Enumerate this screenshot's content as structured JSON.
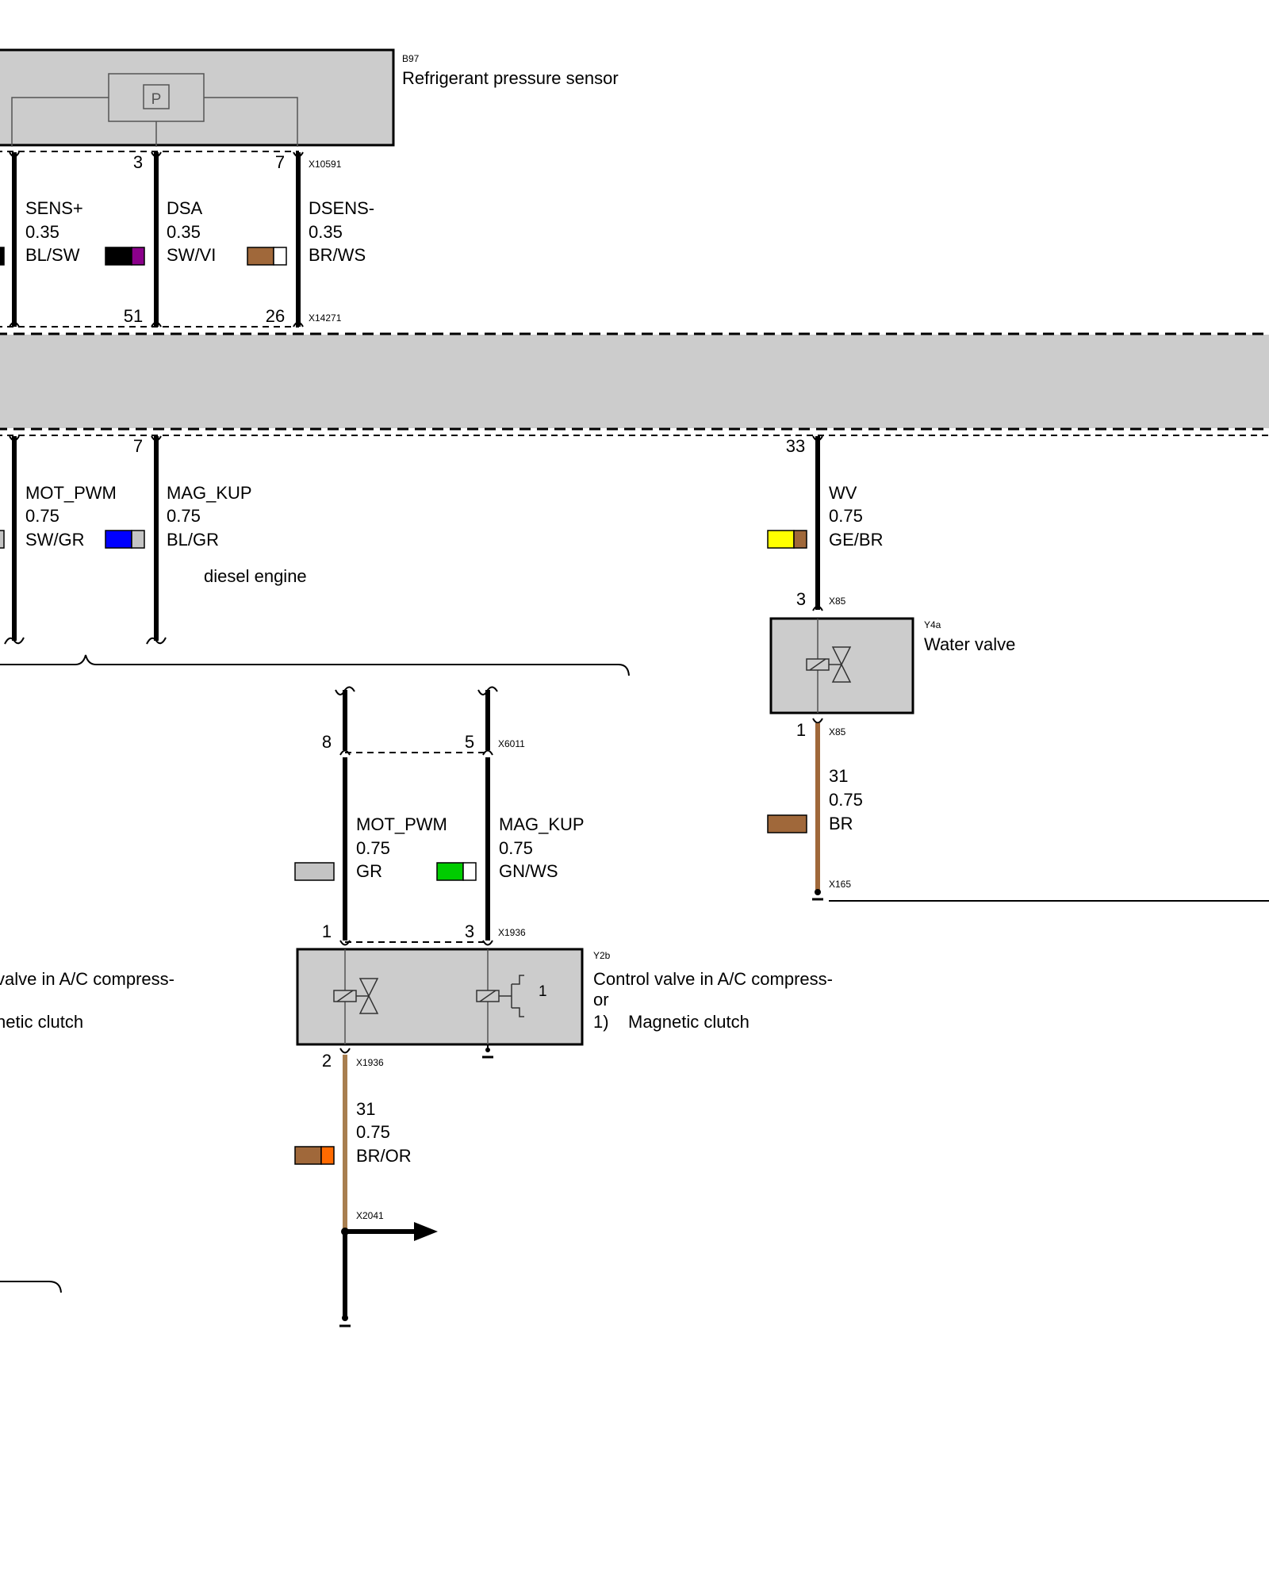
{
  "colors": {
    "box_fill": "#cccccc",
    "wire": "#000000",
    "brown": "#a0683a",
    "brown_light": "#a87e4f",
    "black": "#000000",
    "violet": "#8b008b",
    "white": "#ffffff",
    "blue": "#0000ff",
    "grey": "#c4c4c4",
    "green": "#00cc00",
    "yellow": "#ffff00",
    "orange": "#ff6a00"
  },
  "components": {
    "b97": {
      "code": "B97",
      "name": "Refrigerant pressure sensor",
      "symbol": "P"
    },
    "y4a": {
      "code": "Y4a",
      "name": "Water valve"
    },
    "y2b": {
      "code": "Y2b",
      "name_line1": "Control valve in A/C compress-",
      "name_line2": "or",
      "note_num": "1)",
      "note_text": "Magnetic clutch",
      "symbol_note": "1"
    },
    "left_partial": {
      "line1": "valve in A/C compress-",
      "line2": "netic clutch"
    }
  },
  "connectors": {
    "x10591": "X10591",
    "x14271": "X14271",
    "x85_top": "X85",
    "x85_bottom": "X85",
    "x165": "X165",
    "x6011": "X6011",
    "x1936_top": "X1936",
    "x1936_bottom": "X1936",
    "x2041": "X2041"
  },
  "pins": {
    "b97_dsa": "3",
    "b97_dsens": "7",
    "x14271_dsa": "51",
    "x14271_dsens": "26",
    "ecu_mag_kup": "7",
    "ecu_wv": "33",
    "y4a_in": "3",
    "y4a_out": "1",
    "x6011_mot": "8",
    "x6011_mag": "5",
    "y2b_mot": "1",
    "y2b_mag": "3",
    "y2b_gnd": "2"
  },
  "wires": {
    "sens_plus": {
      "signal": "SENS+",
      "size": "0.35",
      "color": "BL/SW"
    },
    "dsa": {
      "signal": "DSA",
      "size": "0.35",
      "color": "SW/VI"
    },
    "dsens_minus": {
      "signal": "DSENS-",
      "size": "0.35",
      "color": "BR/WS"
    },
    "mot_pwm_upper": {
      "signal": "MOT_PWM",
      "size": "0.75",
      "color": "SW/GR"
    },
    "mag_kup_upper": {
      "signal": "MAG_KUP",
      "size": "0.75",
      "color": "BL/GR"
    },
    "wv": {
      "signal": "WV",
      "size": "0.75",
      "color": "GE/BR"
    },
    "ground_wv": {
      "signal": "31",
      "size": "0.75",
      "color": "BR"
    },
    "mot_pwm_lower": {
      "signal": "MOT_PWM",
      "size": "0.75",
      "color": "GR"
    },
    "mag_kup_lower": {
      "signal": "MAG_KUP",
      "size": "0.75",
      "color": "GN/WS"
    },
    "ground_y2b": {
      "signal": "31",
      "size": "0.75",
      "color": "BR/OR"
    }
  },
  "notes": {
    "diesel": "diesel engine"
  }
}
